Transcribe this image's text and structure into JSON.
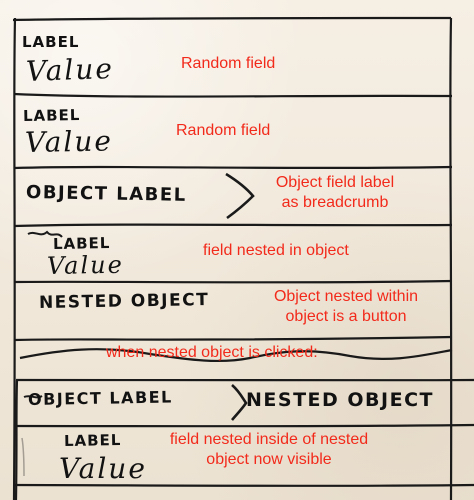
{
  "sections": {
    "field1": {
      "label": "LABEL",
      "value": "Value",
      "note": "Random field"
    },
    "field2": {
      "label": "LABEL",
      "value": "Value",
      "note": "Random field"
    },
    "breadcrumb1": {
      "label": "OBJECT LABEL",
      "note_line1": "Object field label",
      "note_line2": "as breadcrumb"
    },
    "nested_field": {
      "label": "LABEL",
      "value": "Value",
      "note": "field nested in object"
    },
    "nested_object": {
      "label": "NESTED OBJECT",
      "note_line1": "Object nested within",
      "note_line2": "object is a button"
    },
    "transition": {
      "note": "when nested object is clicked:"
    },
    "breadcrumb2": {
      "root_label": "OBJECT LABEL",
      "child_label": "NESTED OBJECT"
    },
    "final_field": {
      "label": "LABEL",
      "value": "Value",
      "note_line1": "field nested inside of nested",
      "note_line2": "object now visible"
    }
  },
  "colors": {
    "ink": "#121212",
    "annotation_red": "#f22a1b",
    "paper": "#efe7da"
  }
}
